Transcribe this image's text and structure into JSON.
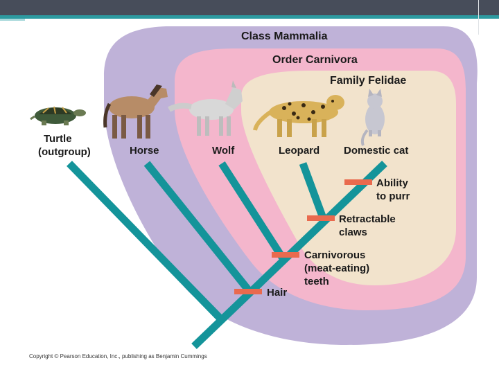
{
  "groups": {
    "mammalia": "Class Mammalia",
    "carnivora": "Order Carnivora",
    "felidae": "Family Felidae"
  },
  "taxa": {
    "turtle_line1": "Turtle",
    "turtle_line2": "(outgroup)",
    "horse": "Horse",
    "wolf": "Wolf",
    "leopard": "Leopard",
    "domestic_cat": "Domestic cat"
  },
  "traits": {
    "purr_line1": "Ability",
    "purr_line2": "to purr",
    "claws_line1": "Retractable",
    "claws_line2": "claws",
    "teeth_line1": "Carnivorous",
    "teeth_line2": "(meat-eating)",
    "teeth_line3": "teeth",
    "hair": "Hair"
  },
  "copyright": "Copyright © Pearson Education, Inc., publishing as Benjamin Cummings",
  "colors": {
    "mammalia": "#bfb2d8",
    "carnivora": "#f4b6cc",
    "felidae": "#f2e3cc",
    "branch": "#14949a",
    "trait_bar": "#e96a4e",
    "header": "#474d5a"
  },
  "icons": [
    "turtle-icon",
    "horse-icon",
    "wolf-icon",
    "leopard-icon",
    "cat-icon"
  ]
}
